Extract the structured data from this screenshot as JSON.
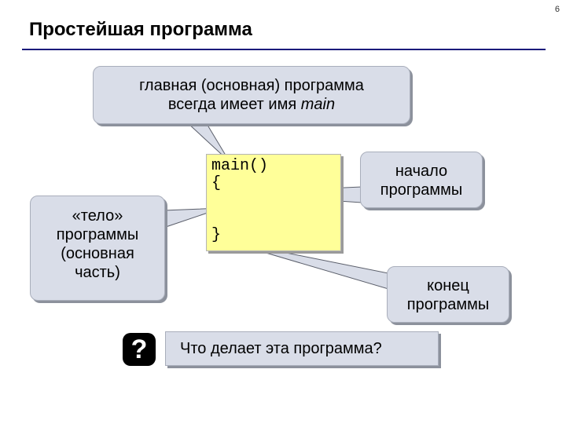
{
  "slide": {
    "page_number": "6",
    "title": "Простейшая программа"
  },
  "callouts": {
    "main_program_line1": "главная (основная) программа",
    "main_program_line2_prefix": "всегда имеет имя ",
    "main_program_line2_name": "main",
    "body_lines": [
      "«тело»",
      "программы",
      "(основная",
      "часть)"
    ],
    "start_lines": [
      "начало",
      "программы"
    ],
    "end_lines": [
      "конец",
      "программы"
    ]
  },
  "code": {
    "lines": [
      "main()",
      "{",
      "}"
    ]
  },
  "question": {
    "icon": "question-mark-icon",
    "icon_glyph": "?",
    "text": "Что делает эта программа?"
  },
  "colors": {
    "callout_fill": "#d9dde8",
    "code_fill": "#ffff99",
    "title_rule": "#1a1a7a"
  }
}
